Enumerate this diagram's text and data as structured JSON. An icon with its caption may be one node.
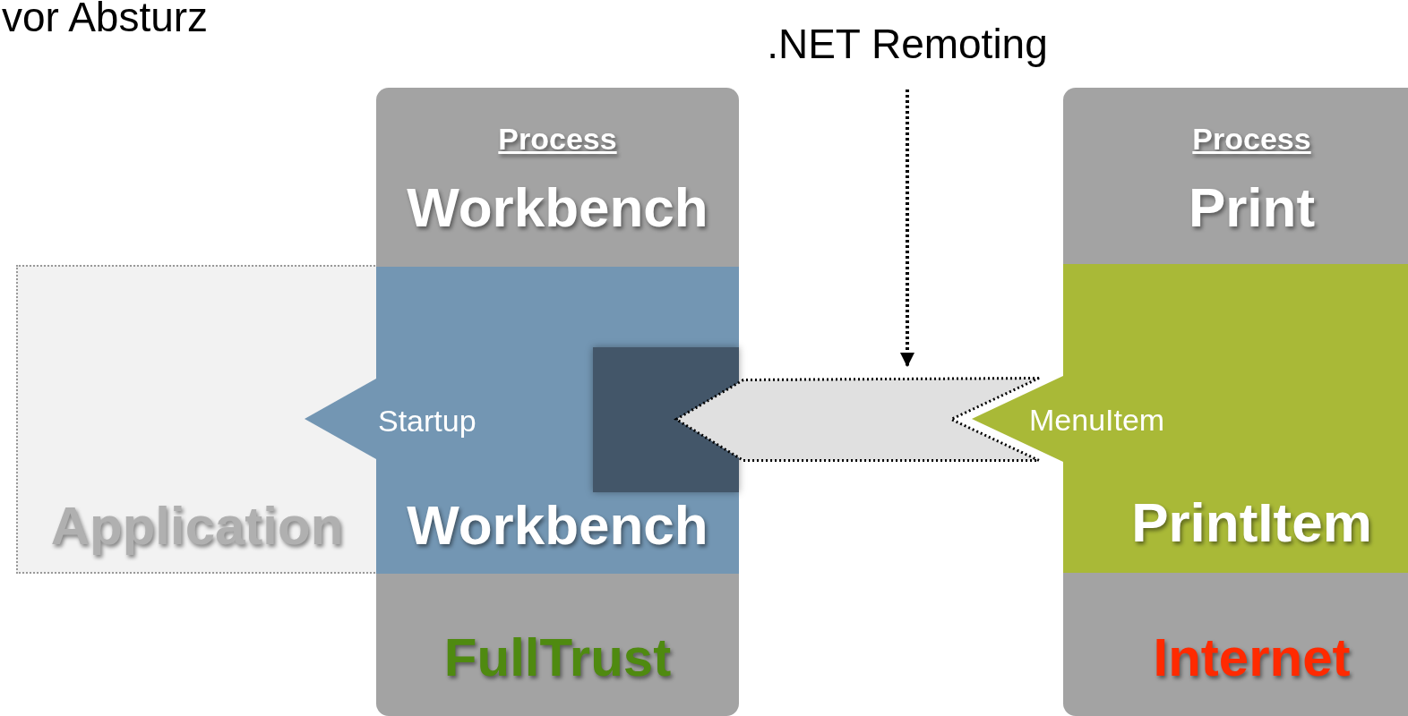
{
  "diagram": {
    "nodes": [
      {
        "text": [
          "Process",
          "Workbench",
          "FullTrust"
        ]
      },
      {
        "text": [
          "Startup",
          "Workbench"
        ],
        "in": 0
      },
      {
        "text": [
          "Application"
        ]
      },
      {
        "text": [],
        "shape": "box",
        "in": 1
      },
      {
        "text": [
          ".NET Remoting"
        ]
      },
      {
        "text": [
          "Process",
          "Print",
          "Internet"
        ]
      },
      {
        "text": [
          "MenuItem",
          "PrintItem"
        ],
        "in": 5
      },
      {
        "text": [],
        "shape": "triangle",
        "in": 2
      },
      {
        "text": [],
        "shape": "triangle"
      }
    ],
    "edges": [
      {
        "from": 4,
        "to": null,
        "arrow": "to",
        "style": "dashed"
      },
      {
        "from": 6,
        "to": 3,
        "arrow": "to",
        "style": "thick"
      }
    ],
    "labels": [
      "vor Absturz"
    ]
  }
}
